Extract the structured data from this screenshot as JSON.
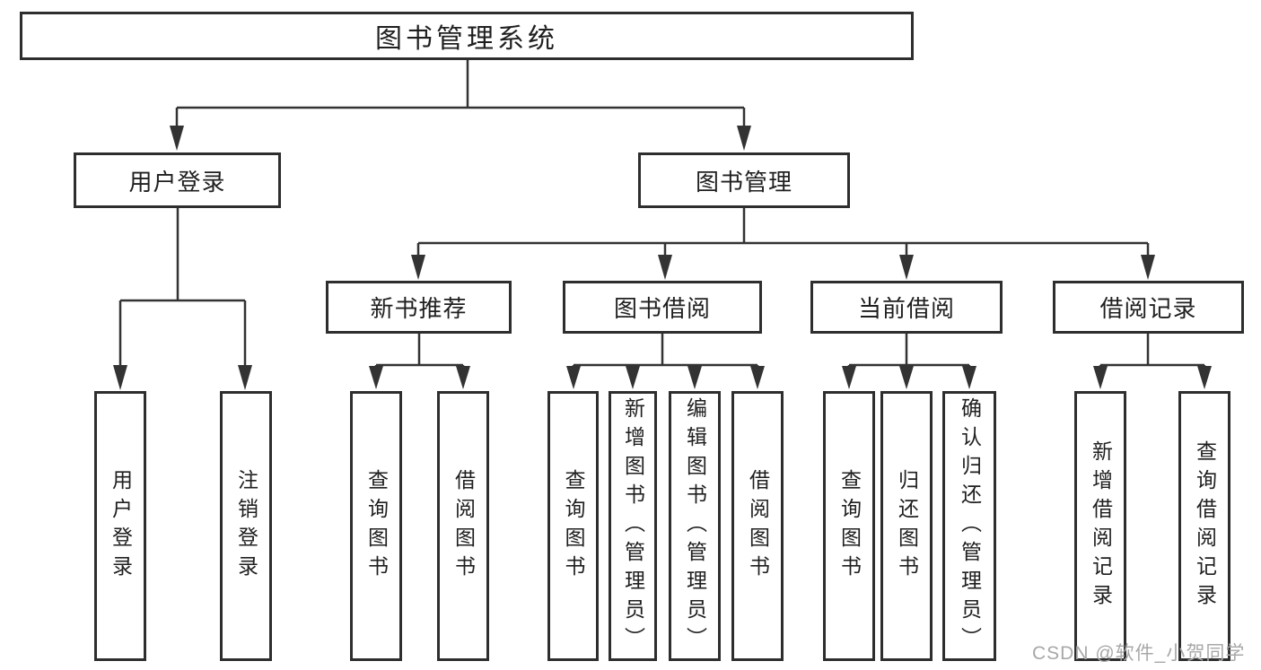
{
  "diagram": {
    "type": "hierarchy-tree",
    "tree": {
      "root": {
        "label": "图书管理系统"
      },
      "level1": [
        {
          "label": "用户登录",
          "children": [
            {
              "label": "用户登录"
            },
            {
              "label": "注销登录"
            }
          ]
        },
        {
          "label": "图书管理",
          "children": [
            {
              "label": "新书推荐",
              "children": [
                {
                  "label": "查询图书"
                },
                {
                  "label": "借阅图书"
                }
              ]
            },
            {
              "label": "图书借阅",
              "children": [
                {
                  "label": "查询图书"
                },
                {
                  "label": "新增图书（管理员）"
                },
                {
                  "label": "编辑图书（管理员）"
                },
                {
                  "label": "借阅图书"
                }
              ]
            },
            {
              "label": "当前借阅",
              "children": [
                {
                  "label": "查询图书"
                },
                {
                  "label": "归还图书"
                },
                {
                  "label": "确认归还（管理员）"
                }
              ]
            },
            {
              "label": "借阅记录",
              "children": [
                {
                  "label": "新增借阅记录"
                },
                {
                  "label": "查询借阅记录"
                }
              ]
            }
          ]
        }
      ]
    },
    "colors": {
      "line": "#333333",
      "border": "#2e2e2e",
      "text": "#1f1f1f",
      "background": "#ffffff",
      "watermark": "#a8a8a8"
    }
  },
  "watermark": {
    "text": "CSDN @软件_小贺同学"
  }
}
